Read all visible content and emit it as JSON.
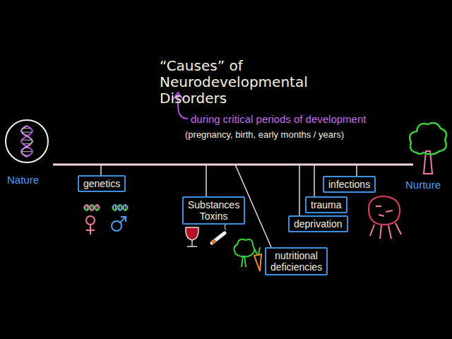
{
  "diagram": {
    "title": "“Causes” of Neurodevelopmental Disorders",
    "nodes": [
      {
        "text": [
          "genetics"
        ]
      },
      {
        "text": [
          "Substances Toxins"
        ]
      },
      {
        "text": [
          "nutritional deficiencies"
        ]
      },
      {
        "text": [
          "infections"
        ]
      },
      {
        "text": [
          "trauma"
        ]
      },
      {
        "text": [
          "deprivation"
        ]
      }
    ],
    "labels": [
      "during critical periods of development",
      "(pregnancy, birth, early months / years)",
      "Nature",
      "Nurture"
    ]
  }
}
